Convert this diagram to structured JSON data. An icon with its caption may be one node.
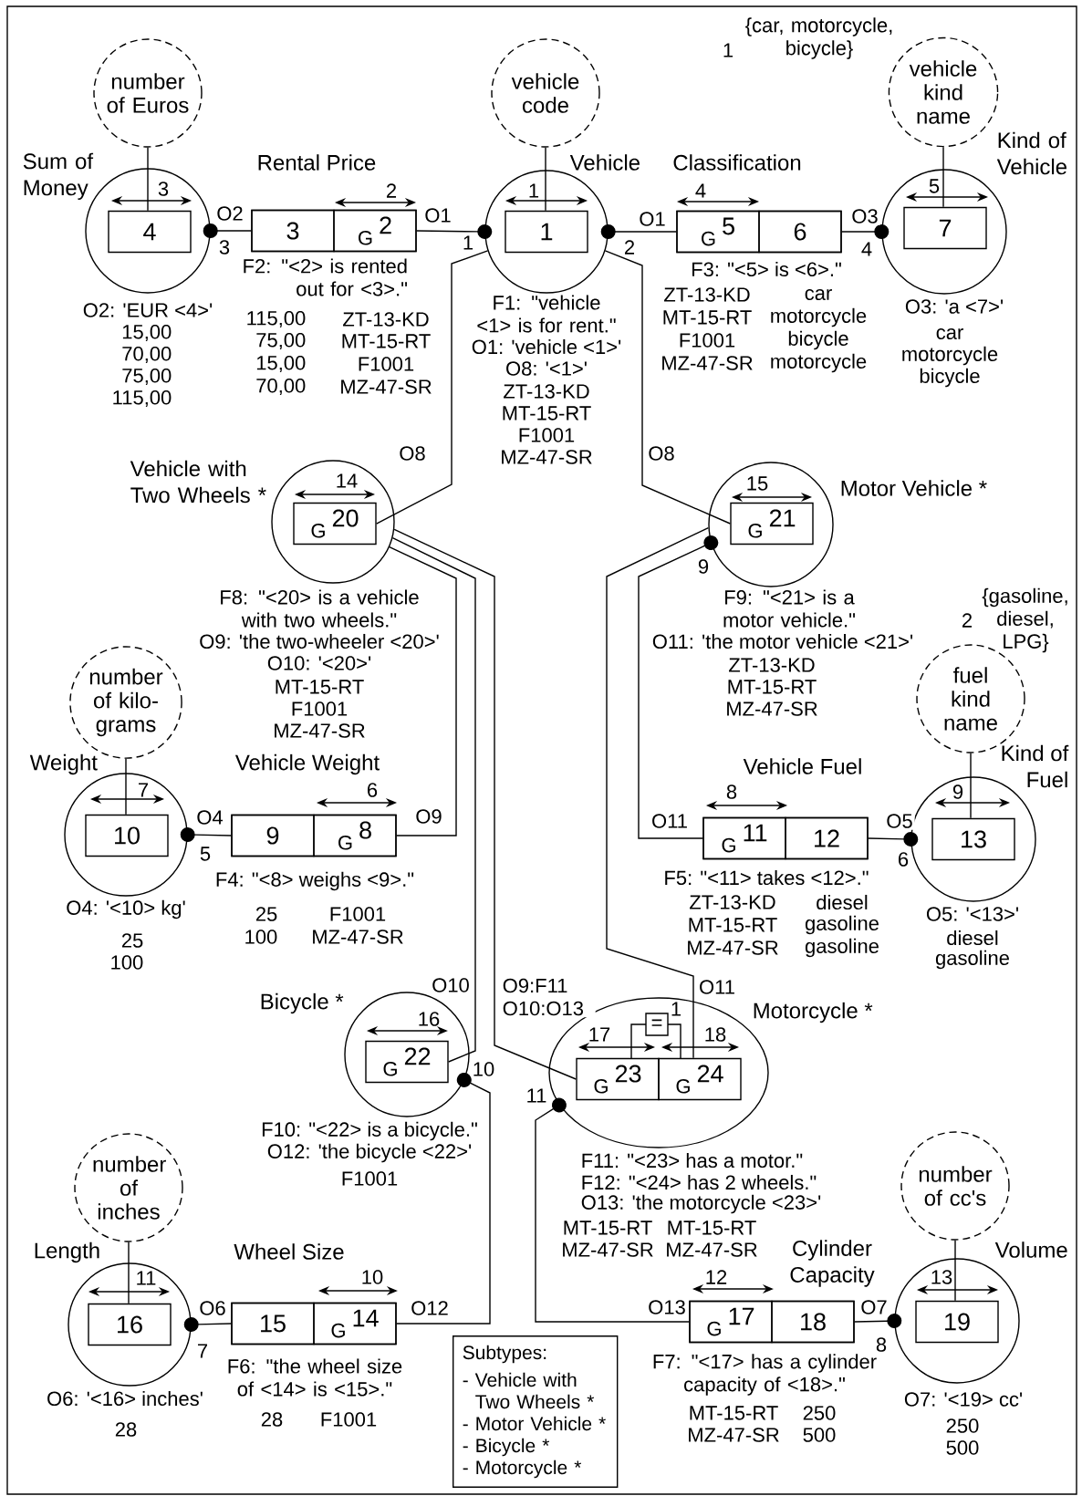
{
  "diagram": {
    "nodes": [
      {
        "text": [
          "number of Euros"
        ]
      },
      {
        "text": [
          "vehicle code"
        ]
      },
      {
        "text": [
          "vehicle kind name"
        ]
      },
      {
        "text": [
          "Sum of Money"
        ],
        "beside": [
          "O2: 'EUR <4>'"
        ]
      },
      {
        "text": [
          "4"
        ],
        "in": 3
      },
      {
        "text": [
          "Rental Price"
        ],
        "beside": [
          "F2: \"<2> is rented out for <3>.\""
        ]
      },
      {
        "text": [
          "3"
        ],
        "in": 5
      },
      {
        "text": [
          "G",
          "2"
        ],
        "in": 5
      },
      {
        "text": [
          "Vehicle"
        ],
        "beside": [
          "F1: \"vehicle <1> is for rent.\"",
          "O1: 'vehicle <1>'",
          "O8: '<1>'"
        ]
      },
      {
        "text": [
          "1"
        ],
        "in": 8
      },
      {
        "text": [
          "Classification"
        ],
        "beside": [
          "F3: \"<5> is <6>.\""
        ]
      },
      {
        "text": [
          "G",
          "5"
        ],
        "in": 10
      },
      {
        "text": [
          "6"
        ],
        "in": 10
      },
      {
        "text": [
          "Kind of Vehicle"
        ],
        "beside": [
          "O3: 'a <7>'"
        ]
      },
      {
        "text": [
          "7"
        ],
        "in": 13
      },
      {
        "text": [
          "Vehicle with Two Wheels *"
        ],
        "beside": [
          "F8: \"<20> is a vehicle with two wheels.\"",
          "O9: 'the two-wheeler <20>'",
          "O10: '<20>'"
        ]
      },
      {
        "text": [
          "G",
          "20"
        ],
        "in": 15
      },
      {
        "text": [
          "Motor Vehicle *"
        ],
        "beside": [
          "F9: \"<21> is a motor vehicle.\"",
          "O11: 'the motor vehicle <21>'"
        ]
      },
      {
        "text": [
          "G",
          "21"
        ],
        "in": 17
      },
      {
        "text": [
          "number of kilo-grams"
        ]
      },
      {
        "text": [
          "fuel kind name"
        ]
      },
      {
        "text": [
          "Weight"
        ],
        "beside": [
          "O4: '<10> kg'"
        ]
      },
      {
        "text": [
          "10"
        ],
        "in": 21
      },
      {
        "text": [
          "Vehicle Weight"
        ],
        "beside": [
          "F4: \"<8> weighs <9>.\""
        ]
      },
      {
        "text": [
          "9"
        ],
        "in": 23
      },
      {
        "text": [
          "G",
          "8"
        ],
        "in": 23
      },
      {
        "text": [
          "Vehicle Fuel"
        ],
        "beside": [
          "F5: \"<11> takes <12>.\""
        ]
      },
      {
        "text": [
          "G",
          "11"
        ],
        "in": 26
      },
      {
        "text": [
          "12"
        ],
        "in": 26
      },
      {
        "text": [
          "Kind of Fuel"
        ],
        "beside": [
          "O5: '<13>'"
        ]
      },
      {
        "text": [
          "13"
        ],
        "in": 29
      },
      {
        "text": [
          "Bicycle *"
        ],
        "beside": [
          "F10: \"<22> is a bicycle.\"",
          "O12: 'the bicycle <22>'"
        ]
      },
      {
        "text": [
          "G",
          "22"
        ],
        "in": 31
      },
      {
        "text": [
          "Motorcycle *"
        ],
        "beside": [
          "F11: \"<23> has a motor.\"",
          "F12: \"<24> has 2 wheels.\"",
          "O13: 'the motorcycle <23>'"
        ]
      },
      {
        "text": [
          "G",
          "23"
        ],
        "in": 33
      },
      {
        "text": [
          "G",
          "24"
        ],
        "in": 33
      },
      {
        "text": [
          "number of inches"
        ]
      },
      {
        "text": [
          "number of cc's"
        ]
      },
      {
        "text": [
          "Length"
        ],
        "beside": [
          "O6: '<16> inches'"
        ]
      },
      {
        "text": [
          "16"
        ],
        "in": 38
      },
      {
        "text": [
          "Wheel Size"
        ],
        "beside": [
          "F6: \"the wheel size of <14> is <15>.\""
        ]
      },
      {
        "text": [
          "15"
        ],
        "in": 40
      },
      {
        "text": [
          "G",
          "14"
        ],
        "in": 40
      },
      {
        "text": [
          "Cylinder Capacity"
        ],
        "beside": [
          "F7: \"<17> has a cylinder capacity of <18>.\""
        ]
      },
      {
        "text": [
          "G",
          "17"
        ],
        "in": 43
      },
      {
        "text": [
          "18"
        ],
        "in": 43
      },
      {
        "text": [
          "Volume"
        ],
        "beside": [
          "O7: '<19> cc'"
        ]
      },
      {
        "text": [
          "19"
        ],
        "in": 46
      },
      {
        "text": [
          "Subtypes:",
          "- Vehicle with Two Wheels *",
          "- Motor Vehicle *",
          "- Bicycle *",
          "- Motorcycle *"
        ]
      }
    ],
    "edges": [
      {
        "from": 0,
        "to": 4,
        "arrow": "none"
      },
      {
        "from": 6,
        "to": 3,
        "arrow": "other",
        "label": "O2"
      },
      {
        "from": 7,
        "to": 8,
        "arrow": "other",
        "label": "O1"
      },
      {
        "from": 1,
        "to": 9,
        "arrow": "none"
      },
      {
        "from": 11,
        "to": 8,
        "arrow": "other",
        "label": "O1"
      },
      {
        "from": 12,
        "to": 13,
        "arrow": "other",
        "label": "O3"
      },
      {
        "from": 2,
        "to": 14,
        "arrow": "none"
      },
      {
        "from": 16,
        "to": 8,
        "arrow": "none",
        "label": "O8"
      },
      {
        "from": 18,
        "to": 8,
        "arrow": "none",
        "label": "O8"
      },
      {
        "from": 25,
        "to": 15,
        "arrow": "none",
        "label": "O9"
      },
      {
        "from": 32,
        "to": 15,
        "arrow": "none",
        "label": "O10"
      },
      {
        "from": 34,
        "to": 15,
        "arrow": "none",
        "label": "O9:F11 O10:O13"
      },
      {
        "from": 27,
        "to": 17,
        "arrow": "other",
        "label": "O11"
      },
      {
        "from": 35,
        "to": 17,
        "arrow": "none",
        "label": "O11"
      },
      {
        "from": 19,
        "to": 22,
        "arrow": "none"
      },
      {
        "from": 24,
        "to": 21,
        "arrow": "other",
        "label": "O4"
      },
      {
        "from": 28,
        "to": 29,
        "arrow": "other",
        "label": "O5"
      },
      {
        "from": 20,
        "to": 30,
        "arrow": "none"
      },
      {
        "from": 42,
        "to": 31,
        "arrow": "other",
        "label": "O12"
      },
      {
        "from": 44,
        "to": 33,
        "arrow": "other",
        "label": "O13"
      },
      {
        "from": 36,
        "to": 39,
        "arrow": "none"
      },
      {
        "from": 41,
        "to": 38,
        "arrow": "other",
        "label": "O6"
      },
      {
        "from": 37,
        "to": 47,
        "arrow": "none"
      },
      {
        "from": 45,
        "to": 46,
        "arrow": "other",
        "label": "O7"
      }
    ],
    "labels": [
      "1",
      "{car, motorcycle, bicycle}",
      "3",
      "2",
      "1",
      "4",
      "5",
      "3",
      "1",
      "2",
      "4",
      "15,00",
      "70,00",
      "75,00",
      "115,00",
      "115,00",
      "ZT-13-KD",
      "75,00",
      "MT-15-RT",
      "15,00",
      "F1001",
      "70,00",
      "MZ-47-SR",
      "ZT-13-KD",
      "MT-15-RT",
      "F1001",
      "MZ-47-SR",
      "ZT-13-KD",
      "car",
      "MT-15-RT",
      "motorcycle",
      "F1001",
      "bicycle",
      "MZ-47-SR",
      "motorcycle",
      "car",
      "motorcycle",
      "bicycle",
      "14",
      "15",
      "9",
      "MT-15-RT",
      "F1001",
      "MZ-47-SR",
      "ZT-13-KD",
      "MT-15-RT",
      "MZ-47-SR",
      "2",
      "{gasoline, diesel, LPG}",
      "7",
      "5",
      "25",
      "100",
      "6",
      "25",
      "F1001",
      "100",
      "MZ-47-SR",
      "8",
      "ZT-13-KD",
      "diesel",
      "MT-15-RT",
      "gasoline",
      "MZ-47-SR",
      "gasoline",
      "9",
      "6",
      "diesel",
      "gasoline",
      "16",
      "10",
      "F1001",
      "=",
      "1",
      "17",
      "18",
      "11",
      "MT-15-RT",
      "MT-15-RT",
      "MZ-47-SR",
      "MZ-47-SR",
      "11",
      "7",
      "28",
      "10",
      "28",
      "F1001",
      "12",
      "8",
      "MT-15-RT",
      "250",
      "MZ-47-SR",
      "500",
      "13",
      "250",
      "500"
    ]
  }
}
